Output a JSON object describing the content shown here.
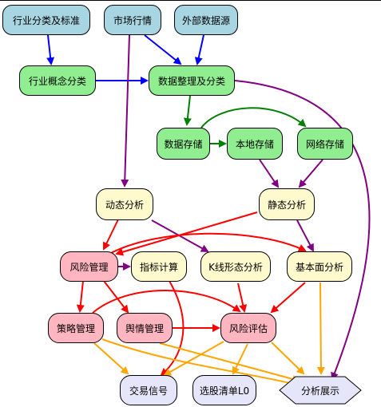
{
  "colors": {
    "blue_edge": "#0000ff",
    "green_edge": "#008000",
    "purple_edge": "#800080",
    "red_edge": "#ff0000",
    "orange_edge": "#ffa500"
  },
  "nodes": {
    "industry_std": "行业分类及标准",
    "market": "市场行情",
    "external": "外部数据源",
    "concept": "行业概念分类",
    "organize": "数据整理及分类",
    "storage": "数据存储",
    "local": "本地存储",
    "network": "网络存储",
    "dynamic": "动态分析",
    "static": "静态分析",
    "risk_mgmt": "风险管理",
    "indicator": "指标计算",
    "kline": "K线形态分析",
    "fundamental": "基本面分析",
    "strategy": "策略管理",
    "sentiment": "舆情管理",
    "risk_eval": "风险评估",
    "signal": "交易信号",
    "picklist": "选股清单L0",
    "display": "分析展示"
  }
}
